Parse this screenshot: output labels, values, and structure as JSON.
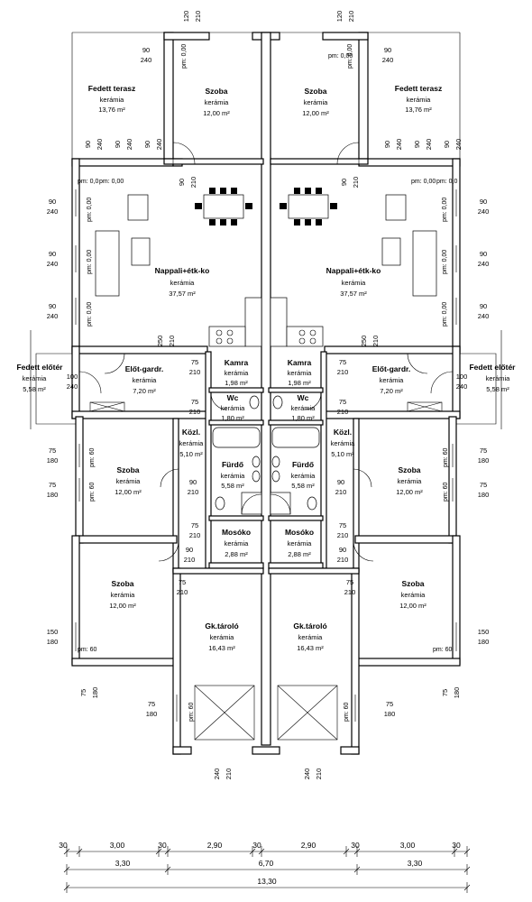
{
  "rooms": {
    "terasz_l": {
      "name": "Fedett terasz",
      "floor": "kerámia",
      "area": "13,76 m²"
    },
    "terasz_r": {
      "name": "Fedett terasz",
      "floor": "kerámia",
      "area": "13,76 m²"
    },
    "szoba_tl": {
      "name": "Szoba",
      "floor": "kerámia",
      "area": "12,00 m²"
    },
    "szoba_tr": {
      "name": "Szoba",
      "floor": "kerámia",
      "area": "12,00 m²"
    },
    "nappali_l": {
      "name": "Nappali+étk-ko",
      "floor": "kerámia",
      "area": "37,57 m²"
    },
    "nappali_r": {
      "name": "Nappali+étk-ko",
      "floor": "kerámia",
      "area": "37,57 m²"
    },
    "eloter_l": {
      "name": "Fedett előtér",
      "floor": "kerámia",
      "area": "5,58 m²"
    },
    "eloter_r": {
      "name": "Fedett előtér",
      "floor": "kerámia",
      "area": "5,58 m²"
    },
    "gardr_l": {
      "name": "Előt-gardr.",
      "floor": "kerámia",
      "area": "7,20 m²"
    },
    "gardr_r": {
      "name": "Előt-gardr.",
      "floor": "kerámia",
      "area": "7,20 m²"
    },
    "kamra_l": {
      "name": "Kamra",
      "floor": "kerámia",
      "area": "1,98 m²"
    },
    "kamra_r": {
      "name": "Kamra",
      "floor": "kerámia",
      "area": "1,98 m²"
    },
    "wc_l": {
      "name": "Wc",
      "floor": "kerámia",
      "area": "1,80 m²"
    },
    "wc_r": {
      "name": "Wc",
      "floor": "kerámia",
      "area": "1,80 m²"
    },
    "kozl_l": {
      "name": "Közl.",
      "floor": "kerámia",
      "area": "5,10 m²"
    },
    "kozl_r": {
      "name": "Közl.",
      "floor": "kerámia",
      "area": "5,10 m²"
    },
    "furdo_l": {
      "name": "Fürdő",
      "floor": "kerámia",
      "area": "5,58 m²"
    },
    "furdo_r": {
      "name": "Fürdő",
      "floor": "kerámia",
      "area": "5,58 m²"
    },
    "szoba_ml": {
      "name": "Szoba",
      "floor": "kerámia",
      "area": "12,00 m²"
    },
    "szoba_mr": {
      "name": "Szoba",
      "floor": "kerámia",
      "area": "12,00 m²"
    },
    "mosoko_l": {
      "name": "Mosóko",
      "floor": "kerámia",
      "area": "2,88 m²"
    },
    "mosoko_r": {
      "name": "Mosóko",
      "floor": "kerámia",
      "area": "2,88 m²"
    },
    "szoba_bl": {
      "name": "Szoba",
      "floor": "kerámia",
      "area": "12,00 m²"
    },
    "szoba_br": {
      "name": "Szoba",
      "floor": "kerámia",
      "area": "12,00 m²"
    },
    "garage_l": {
      "name": "Gk.tároló",
      "floor": "kerámia",
      "area": "16,43 m²"
    },
    "garage_r": {
      "name": "Gk.tároló",
      "floor": "kerámia",
      "area": "16,43 m²"
    }
  },
  "parapet": {
    "pm0": "pm: 0,00",
    "pm60": "pm: 60",
    "pm_short": "pm: 0,0"
  },
  "opening_dims": {
    "d120": "120",
    "d210": "210",
    "d90": "90",
    "d240": "240",
    "d250": "250",
    "d100": "100",
    "d75": "75",
    "d180": "180",
    "d60": "60",
    "d150": "150"
  },
  "bottom_dims": {
    "row1": [
      "30",
      "3,00",
      "30",
      "2,90",
      "30",
      "2,90",
      "30",
      "3,00",
      "30"
    ],
    "row2": [
      "3,30",
      "6,70",
      "3,30"
    ],
    "row3": "13,30"
  }
}
